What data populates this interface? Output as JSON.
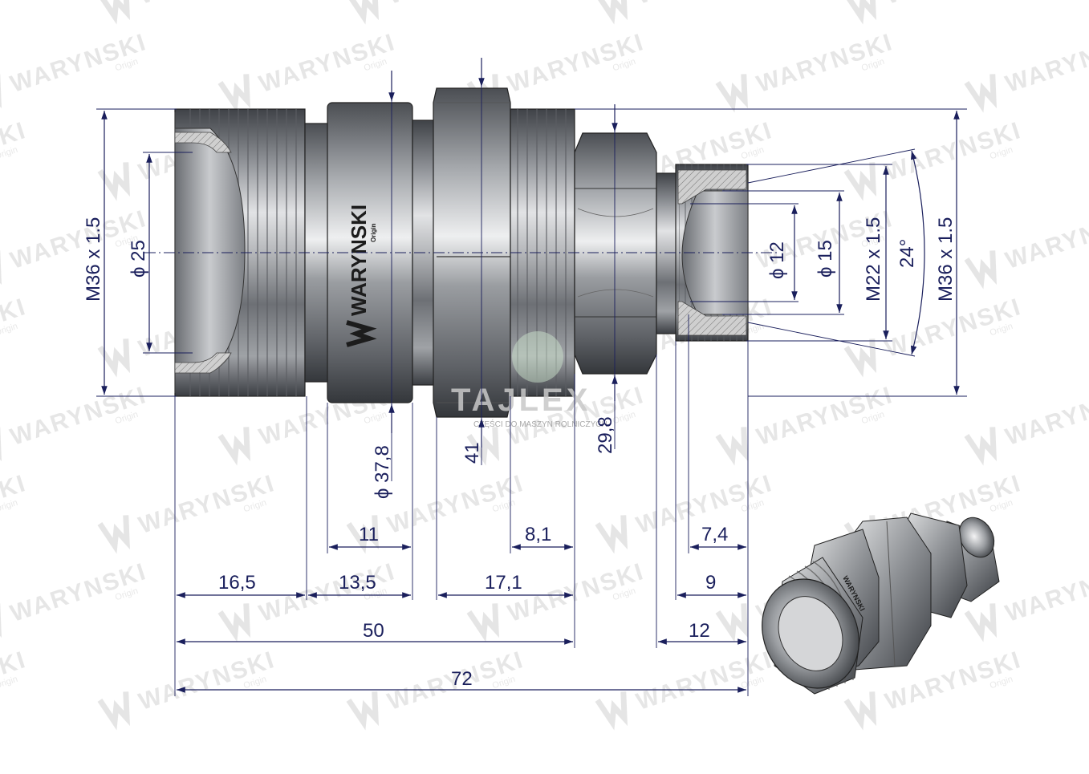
{
  "watermark": {
    "brand": "WARYNSKI",
    "sub": "Origin"
  },
  "logo": {
    "brand": "WARYNSKI",
    "sub": "Origin"
  },
  "tajlex": {
    "brand": "TAJLEX",
    "tagline": "CZĘŚCI DO MASZYN ROLNICZYCH"
  },
  "dimensions": {
    "thread_left": "M36 x 1.5",
    "bore_left": "ϕ 25",
    "body_diameter": "ϕ 37,8",
    "hex_large": "41",
    "hex_small": "29,8",
    "bore_inner_small": "ϕ 12",
    "bore_inner": "ϕ 15",
    "thread_small": "M22 x 1.5",
    "cone_angle": "24°",
    "thread_right": "M36 x 1.5",
    "len_11": "11",
    "len_8_1": "8,1",
    "len_7_4": "7,4",
    "len_16_5": "16,5",
    "len_13_5": "13,5",
    "len_17_1": "17,1",
    "len_9": "9",
    "len_50": "50",
    "len_12": "12",
    "len_72": "72"
  },
  "colors": {
    "dimension": "#1a1f5c",
    "steel_dark": "#4a4d52",
    "steel_light": "#d9dadc",
    "section_hatch": "#b0b0b0"
  }
}
